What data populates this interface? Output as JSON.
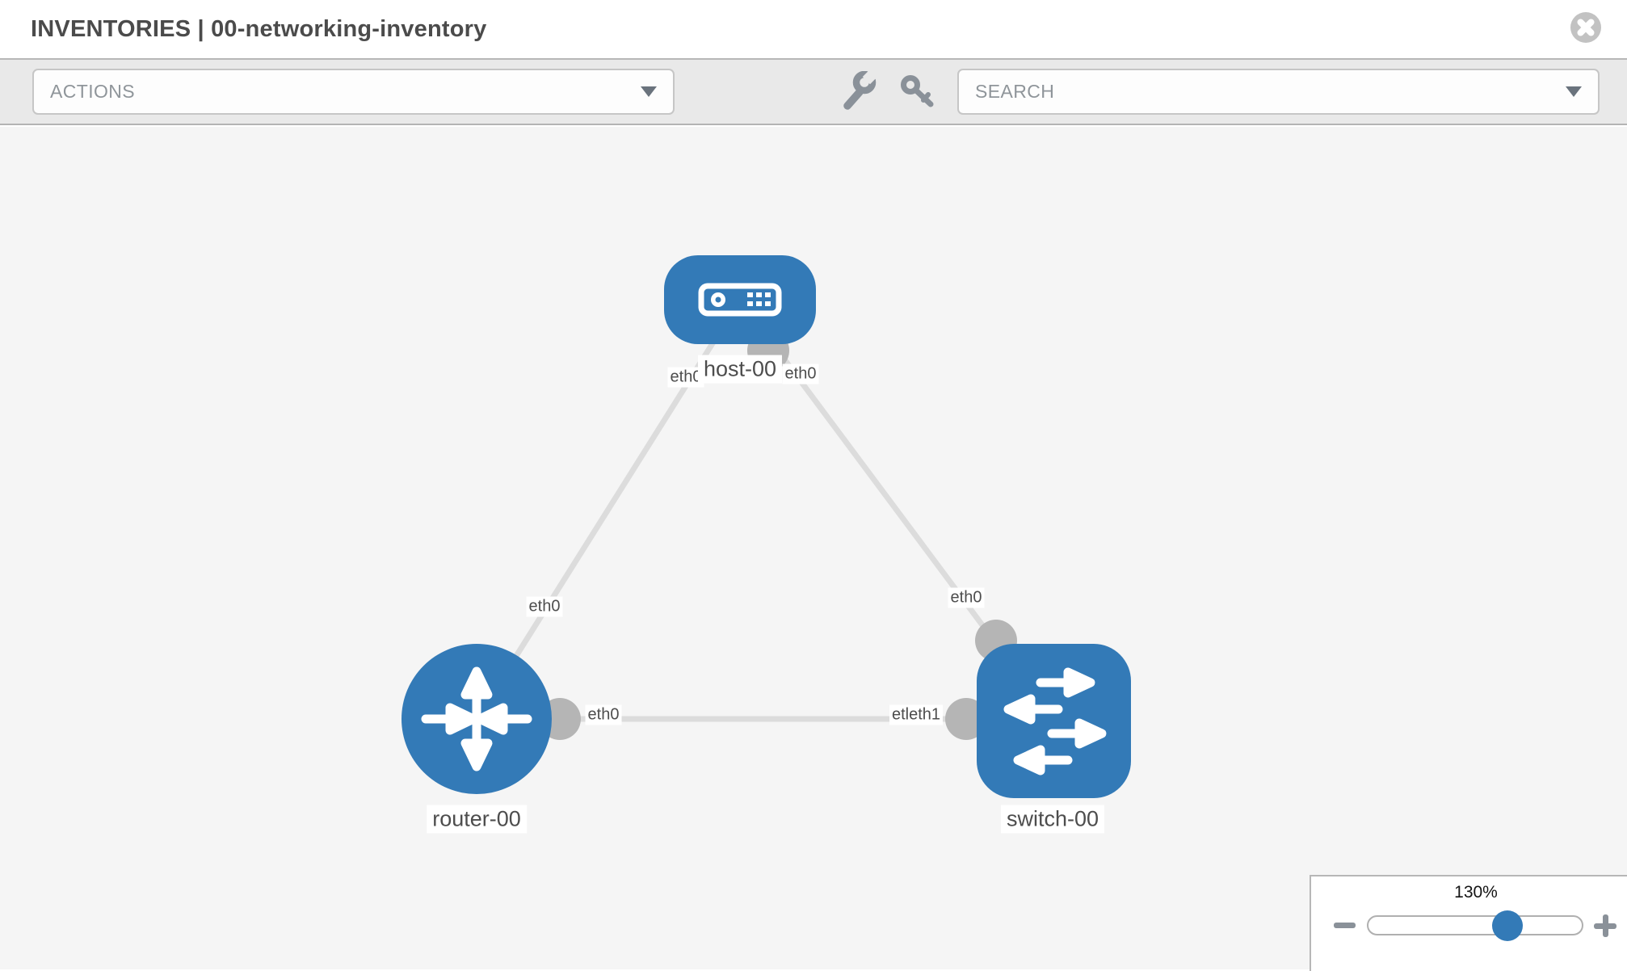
{
  "header": {
    "title": "INVENTORIES | 00-networking-inventory",
    "close_icon": "circle-x-icon"
  },
  "toolbar": {
    "actions": {
      "label": "ACTIONS",
      "caret_icon": "chevron-down-icon"
    },
    "search": {
      "label": "SEARCH",
      "caret_icon": "chevron-down-icon"
    },
    "tools": [
      {
        "icon": "wrench-icon"
      },
      {
        "icon": "key-icon"
      }
    ]
  },
  "diagram": {
    "nodes": [
      {
        "id": "host-00",
        "label": "host-00",
        "type": "host",
        "icon": "server-icon"
      },
      {
        "id": "router-00",
        "label": "router-00",
        "type": "router",
        "icon": "router-arrows-icon"
      },
      {
        "id": "switch-00",
        "label": "switch-00",
        "type": "switch",
        "icon": "switch-arrows-icon"
      }
    ],
    "links": [
      {
        "from": "host-00",
        "to": "router-00",
        "from_label": "eth0",
        "to_label": "eth0"
      },
      {
        "from": "host-00",
        "to": "switch-00",
        "from_label": "eth0",
        "to_label": "eth0"
      },
      {
        "from": "router-00",
        "to": "switch-00",
        "from_label": "eth0",
        "to_label": "etleth1"
      }
    ]
  },
  "zoom_control": {
    "level": "130%",
    "percent": 130,
    "zoom_out_icon": "minus-icon",
    "zoom_in_icon": "plus-icon"
  },
  "colors": {
    "node_blue": "#337ab7",
    "link_gray": "#dcdcdc",
    "endpoint_gray": "#b5b5b5",
    "toolbar_bg": "#e9e9e9",
    "canvas_bg": "#f5f5f5",
    "border_gray": "#b7b7b7"
  }
}
